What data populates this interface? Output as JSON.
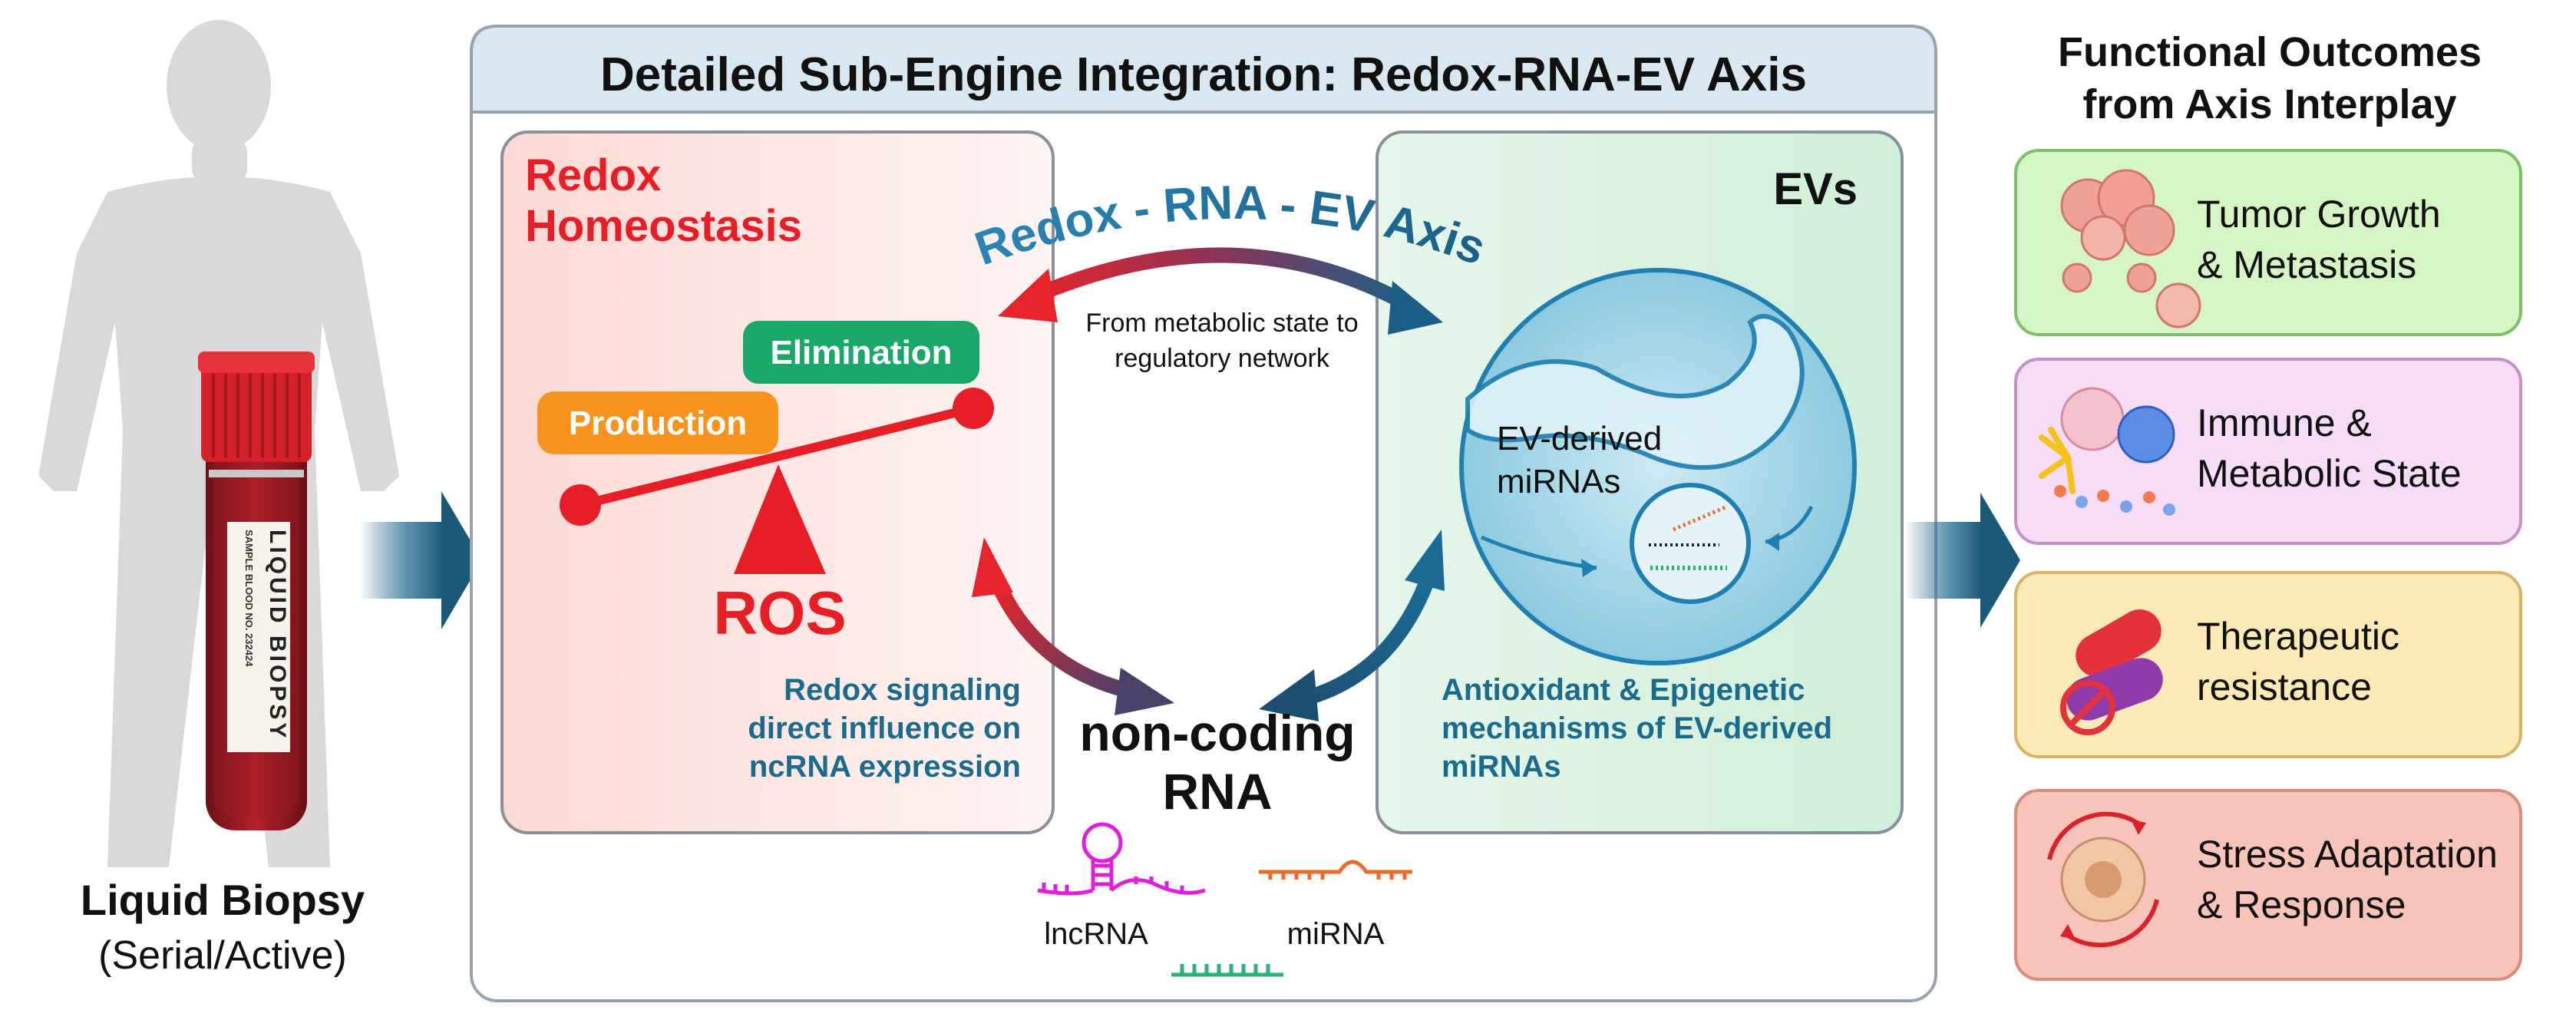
{
  "left": {
    "vial_label": "LIQUID BIOPSY",
    "vial_sub_label": "SAMPLE BLOOD NO. 232424",
    "title": "Liquid Biopsy",
    "subtitle": "(Serial/Active)"
  },
  "center": {
    "header": "Detailed Sub-Engine Integration: Redox-RNA-EV Axis",
    "axis_label": "Redox - RNA - EV Axis",
    "connector_text_1": "From metabolic state to",
    "connector_text_2": "regulatory network",
    "redox": {
      "title_1": "Redox",
      "title_2": "Homeostasis",
      "elimination": "Elimination",
      "production": "Production",
      "ros": "ROS",
      "caption_1": "Redox signaling",
      "caption_2": "direct influence on",
      "caption_3": "ncRNA expression"
    },
    "evs": {
      "title": "EVs",
      "vesicle_label_1": "EV-derived",
      "vesicle_label_2": "miRNAs",
      "caption_1": "Antioxidant & Epigenetic",
      "caption_2": "mechanisms of EV-derived",
      "caption_3": "miRNAs"
    },
    "ncrna": {
      "title_1": "non-coding",
      "title_2": "RNA",
      "lncrna": "lncRNA",
      "mirna": "miRNA"
    }
  },
  "right": {
    "title_1": "Functional Outcomes",
    "title_2": "from Axis Interplay",
    "outcomes": [
      {
        "line1": "Tumor Growth",
        "line2": "& Metastasis",
        "color": "#d6f5c4",
        "border": "#7fbf6a"
      },
      {
        "line1": "Immune &",
        "line2": "Metabolic State",
        "color": "#f6dcf6",
        "border": "#c58fc8"
      },
      {
        "line1": "Therapeutic",
        "line2": "resistance",
        "color": "#fbeab6",
        "border": "#d7b566"
      },
      {
        "line1": "Stress Adaptation",
        "line2": "& Response",
        "color": "#f8c3b8",
        "border": "#d98c7e"
      }
    ]
  },
  "colors": {
    "red_accent": "#e81e26",
    "teal_text": "#1b6b8c",
    "elimination": "#1aa86a",
    "production": "#f7931e",
    "lncrna": "#e020d8",
    "mirna": "#f06a2a",
    "green_strand": "#2db36f"
  }
}
